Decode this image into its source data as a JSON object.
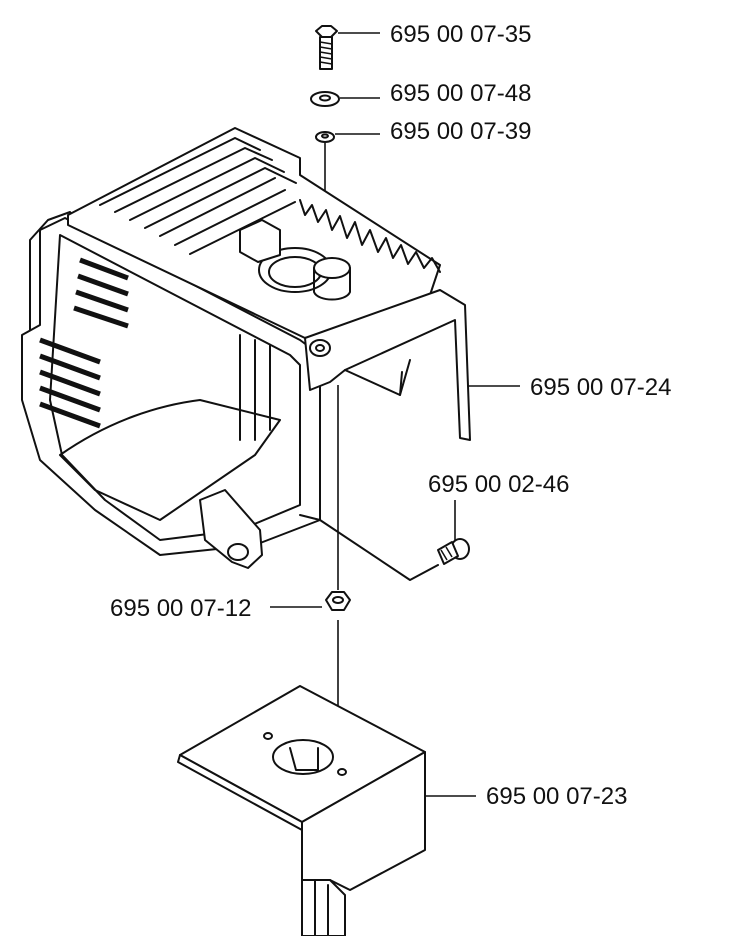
{
  "parts": [
    {
      "id": "bolt",
      "part_number": "695 00 07-35"
    },
    {
      "id": "washer-large",
      "part_number": "695 00 07-48"
    },
    {
      "id": "washer-small",
      "part_number": "695 00 07-39"
    },
    {
      "id": "cylinder-cover",
      "part_number": "695 00 07-24"
    },
    {
      "id": "screw",
      "part_number": "695 00 02-46"
    },
    {
      "id": "nut",
      "part_number": "695 00 07-12"
    },
    {
      "id": "bracket-plate",
      "part_number": "695 00 07-23"
    }
  ]
}
